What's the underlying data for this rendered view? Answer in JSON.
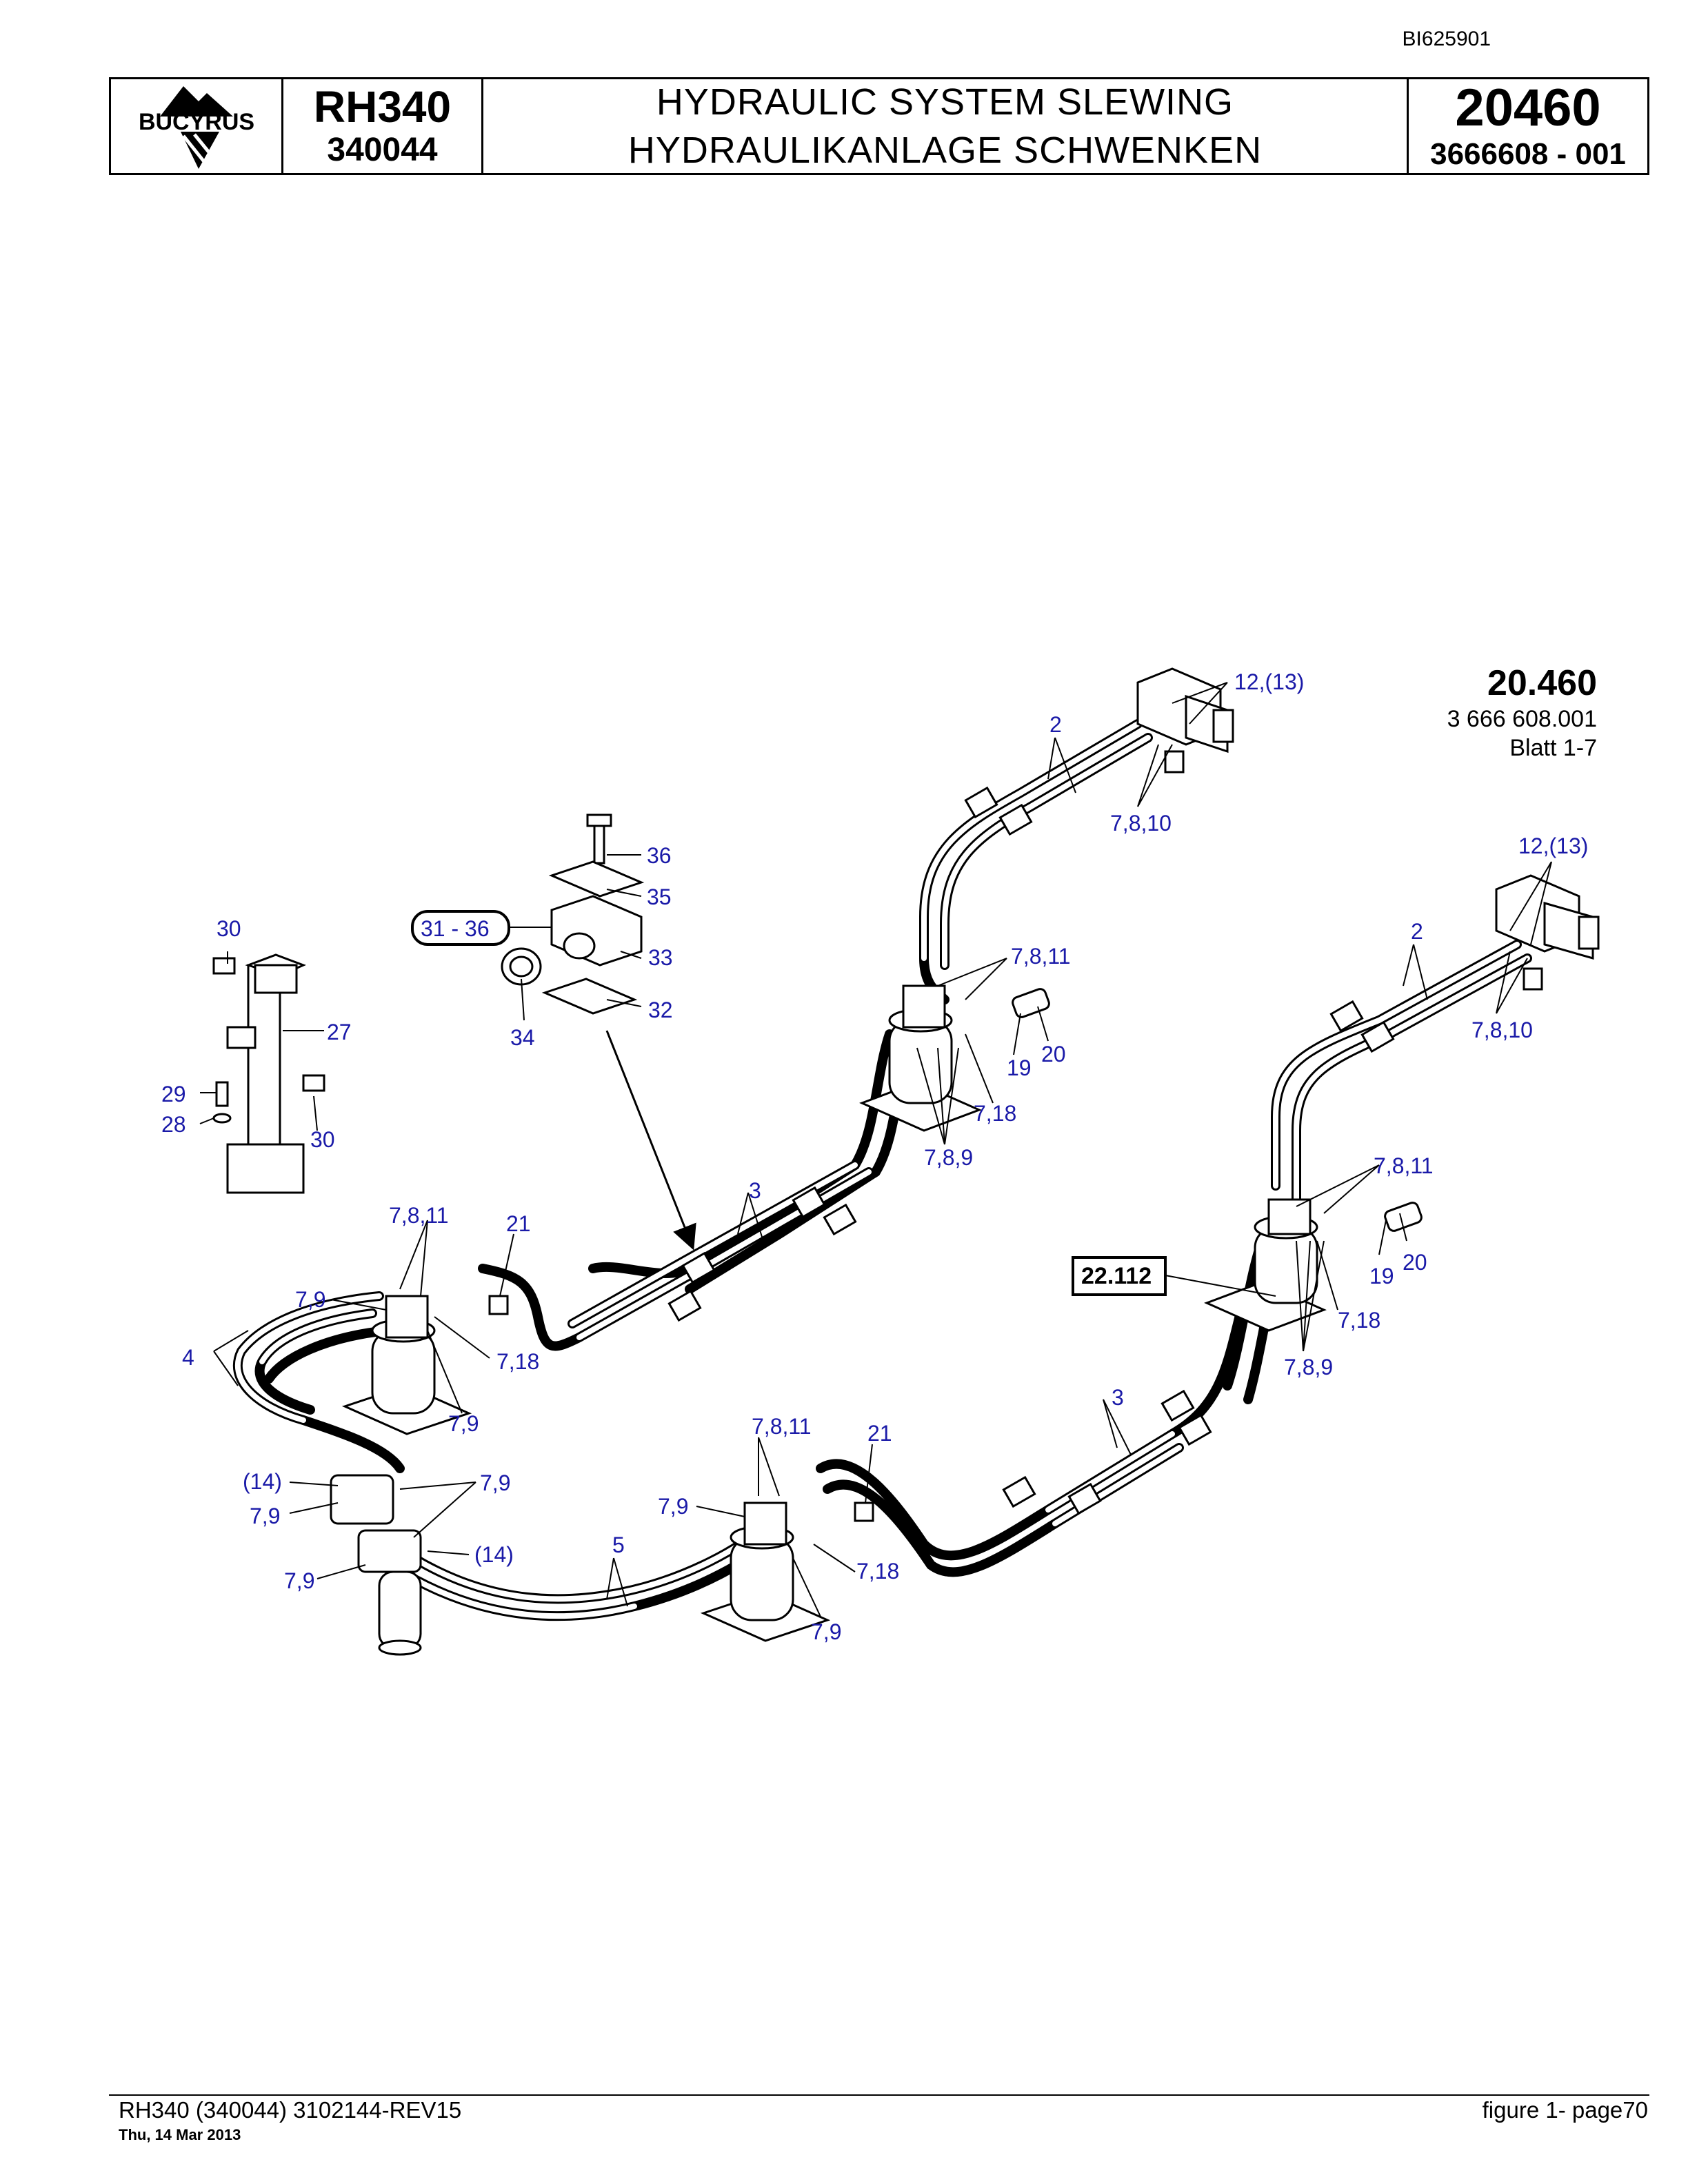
{
  "header": {
    "doc_id": "BI625901",
    "brand": "BUCYRUS",
    "model": "RH340",
    "serial": "340044",
    "title_en": "HYDRAULIC SYSTEM SLEWING",
    "title_de": "HYDRAULIKANLAGE SCHWENKEN",
    "group_number": "20460",
    "part_number": "3666608  - 001"
  },
  "sheet_ref": {
    "group": "20.460",
    "drawing_number": "3 666 608.001",
    "sheet": "Blatt 1-7"
  },
  "callouts": {
    "c12_13_top": "12,(13)",
    "c2_top": "2",
    "c7810_top": "7,8,10",
    "c12_13_right": "12,(13)",
    "c2_right": "2",
    "c7810_right": "7,8,10",
    "c36": "36",
    "c35": "35",
    "c31_36": "31 - 36",
    "c33": "33",
    "c34": "34",
    "c32": "32",
    "c30_top": "30",
    "c27": "27",
    "c29": "29",
    "c28": "28",
    "c30_bot": "30",
    "c7811_mid": "7,8,11",
    "c19_mid": "19",
    "c20_mid": "20",
    "c718_mid": "7,18",
    "c789_mid": "7,8,9",
    "c3_mid": "3",
    "c7811_right": "7,8,11",
    "c19_right": "19",
    "c20_right": "20",
    "c22112": "22.112",
    "c718_right": "7,18",
    "c789_right": "7,8,9",
    "c7811_left": "7,8,11",
    "c21_left": "21",
    "c79_left": "7,9",
    "c4": "4",
    "c718_left": "7,18",
    "c79_left_b": "7,9",
    "c3_low": "3",
    "c7811_low": "7,8,11",
    "c21_low": "21",
    "c79_low": "7,9",
    "c14_a": "(14)",
    "c79_a": "7,9",
    "c79_b": "7,9",
    "c14_b": "(14)",
    "c79_c": "7,9",
    "c5": "5",
    "c718_low": "7,18",
    "c79_low_b": "7,9"
  },
  "footer": {
    "left": "RH340 (340044) 3102144-REV15",
    "date": "Thu, 14 Mar 2013",
    "right": "figure  1- page70"
  }
}
